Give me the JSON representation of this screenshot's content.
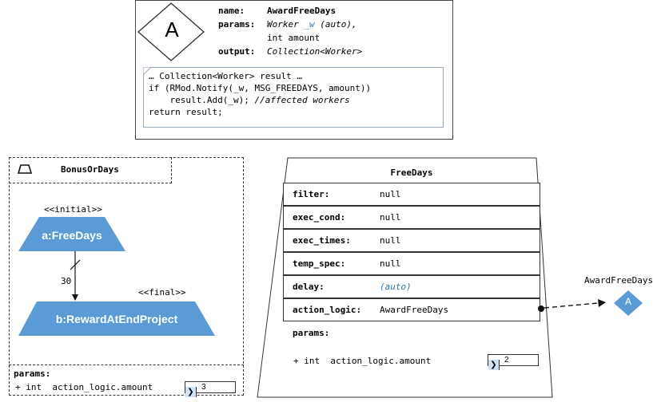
{
  "action": {
    "letter": "A",
    "name_label": "name:",
    "name_value": "AwardFreeDays",
    "params_label": "params:",
    "params_line1": "Worker _w (auto),",
    "params_line2": "int amount",
    "output_label": "output:",
    "output_value": "Collection<Worker>",
    "code": [
      "… Collection<Worker> result …",
      "if (RMod.Notify(_w, MSG_FREEDAYS, amount))",
      "    result.Add(_w); //affected workers",
      "return result;"
    ]
  },
  "composite": {
    "title": "BonusOrDays",
    "initial_stereotype": "<<initial>>",
    "node_a": "a:FreeDays",
    "edge_label": "30",
    "final_stereotype": "<<final>>",
    "node_b": "b:RewardAtEndProject",
    "params_label": "params:",
    "param_text": "+ int  action_logic.amount",
    "param_value": "3"
  },
  "freedays": {
    "title": "FreeDays",
    "rows": [
      {
        "label": "filter:",
        "value": "null"
      },
      {
        "label": "exec_cond:",
        "value": "null"
      },
      {
        "label": "exec_times:",
        "value": "null"
      },
      {
        "label": "temp_spec:",
        "value": "null"
      },
      {
        "label": "delay:",
        "value": "(auto)"
      },
      {
        "label": "action_logic:",
        "value": "AwardFreeDays"
      }
    ],
    "params_label": "params:",
    "param_text": "+ int  action_logic.amount",
    "param_value": "2"
  },
  "ref": {
    "name": "AwardFreeDays",
    "letter": "A"
  },
  "colors": {
    "node_fill": "#5b9bd5",
    "accent_blue": "#2e75b6",
    "value_chevron": "#cfe2f3"
  }
}
